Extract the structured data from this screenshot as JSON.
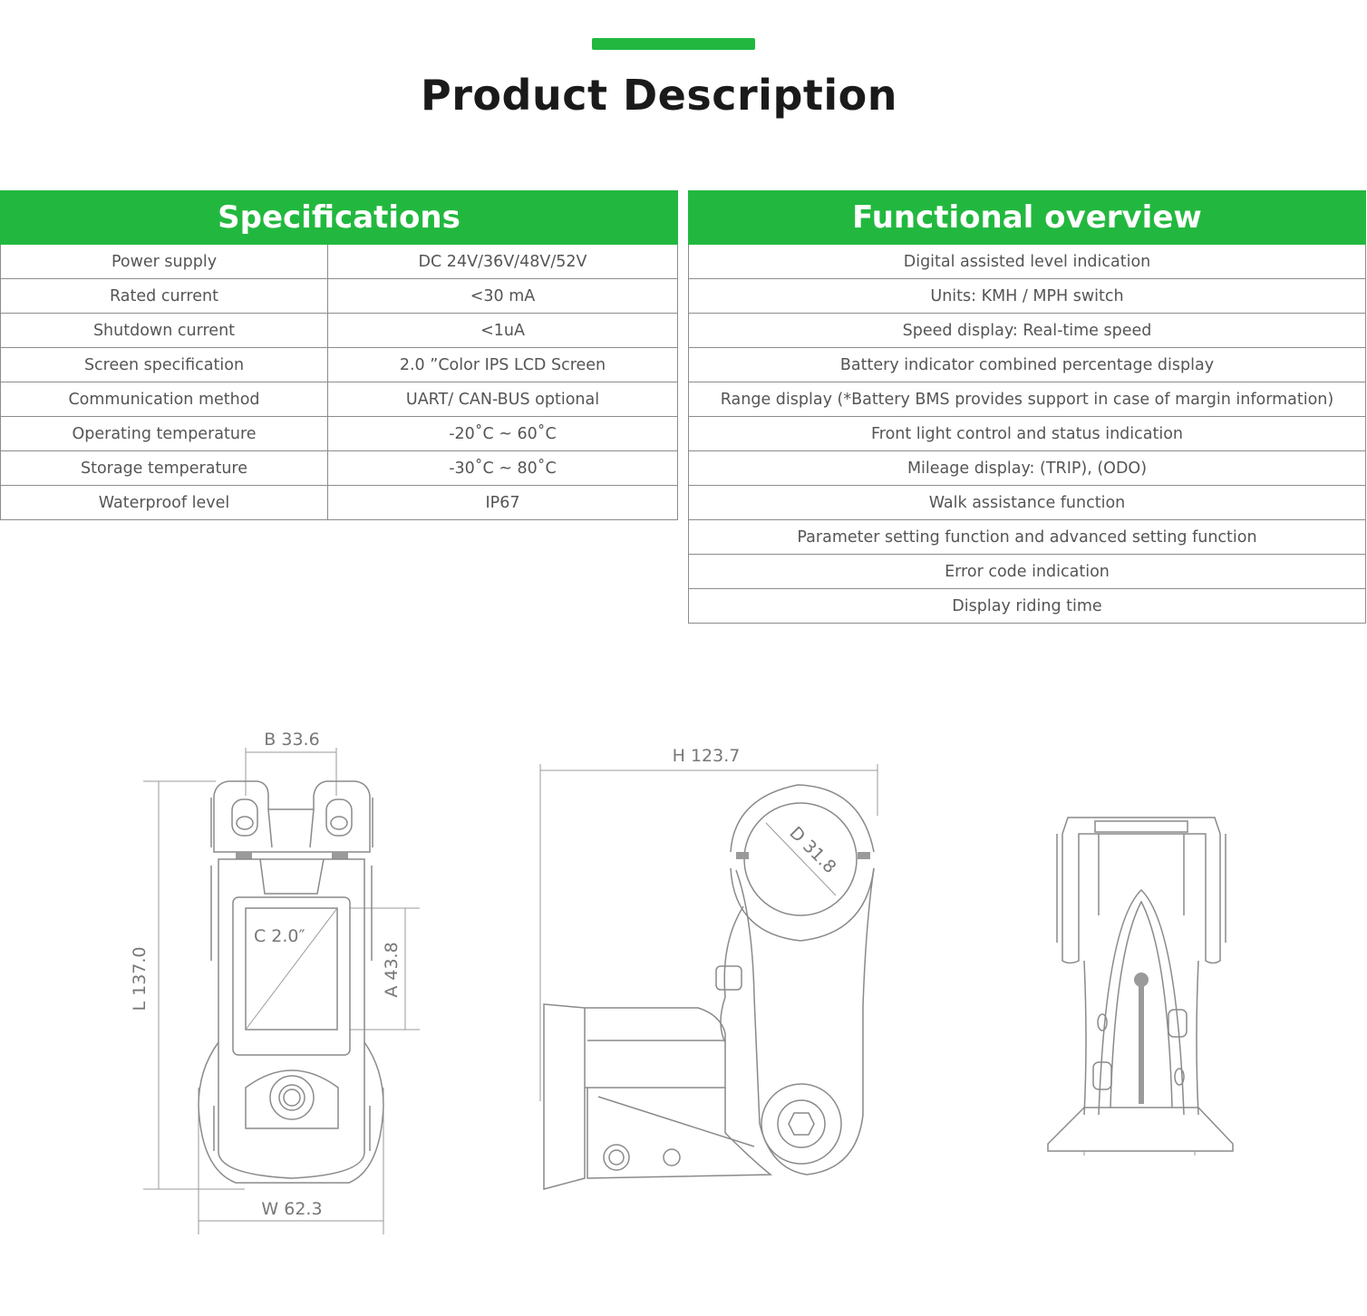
{
  "page": {
    "title": "Product Description"
  },
  "specifications": {
    "title": "Specifications",
    "rows": [
      {
        "label": "Power supply",
        "value": "DC 24V/36V/48V/52V"
      },
      {
        "label": "Rated current",
        "value": "<30 mA"
      },
      {
        "label": "Shutdown current",
        "value": "<1uA"
      },
      {
        "label": "Screen specification",
        "value": "2.0 ”Color IPS LCD Screen"
      },
      {
        "label": "Communication method",
        "value": "UART/ CAN-BUS optional"
      },
      {
        "label": "Operating temperature",
        "value": "-20˚C ~ 60˚C"
      },
      {
        "label": "Storage temperature",
        "value": "-30˚C ~ 80˚C"
      },
      {
        "label": "Waterproof level",
        "value": "IP67"
      }
    ]
  },
  "functional": {
    "title": "Functional overview",
    "items": [
      "Digital assisted level indication",
      "Units: KMH / MPH switch",
      "Speed display: Real-time speed",
      "Battery indicator combined percentage display",
      "Range display (*Battery BMS provides support in case of margin information)",
      "Front light control and status indication",
      "Mileage display: (TRIP), (ODO)",
      "Walk assistance function",
      "Parameter setting function and advanced setting function",
      "Error code indication",
      "Display riding time"
    ]
  },
  "dimensions": {
    "b": "B 33.6",
    "l": "L 137.0",
    "c": "C 2.0″",
    "a": "A 43.8",
    "w": "W 62.3",
    "h": "H 123.7",
    "d": "D 31.8"
  },
  "colors": {
    "accent": "#22b83f",
    "border": "#8c8c8c",
    "text": "#555555",
    "title": "#1a1a1a"
  }
}
